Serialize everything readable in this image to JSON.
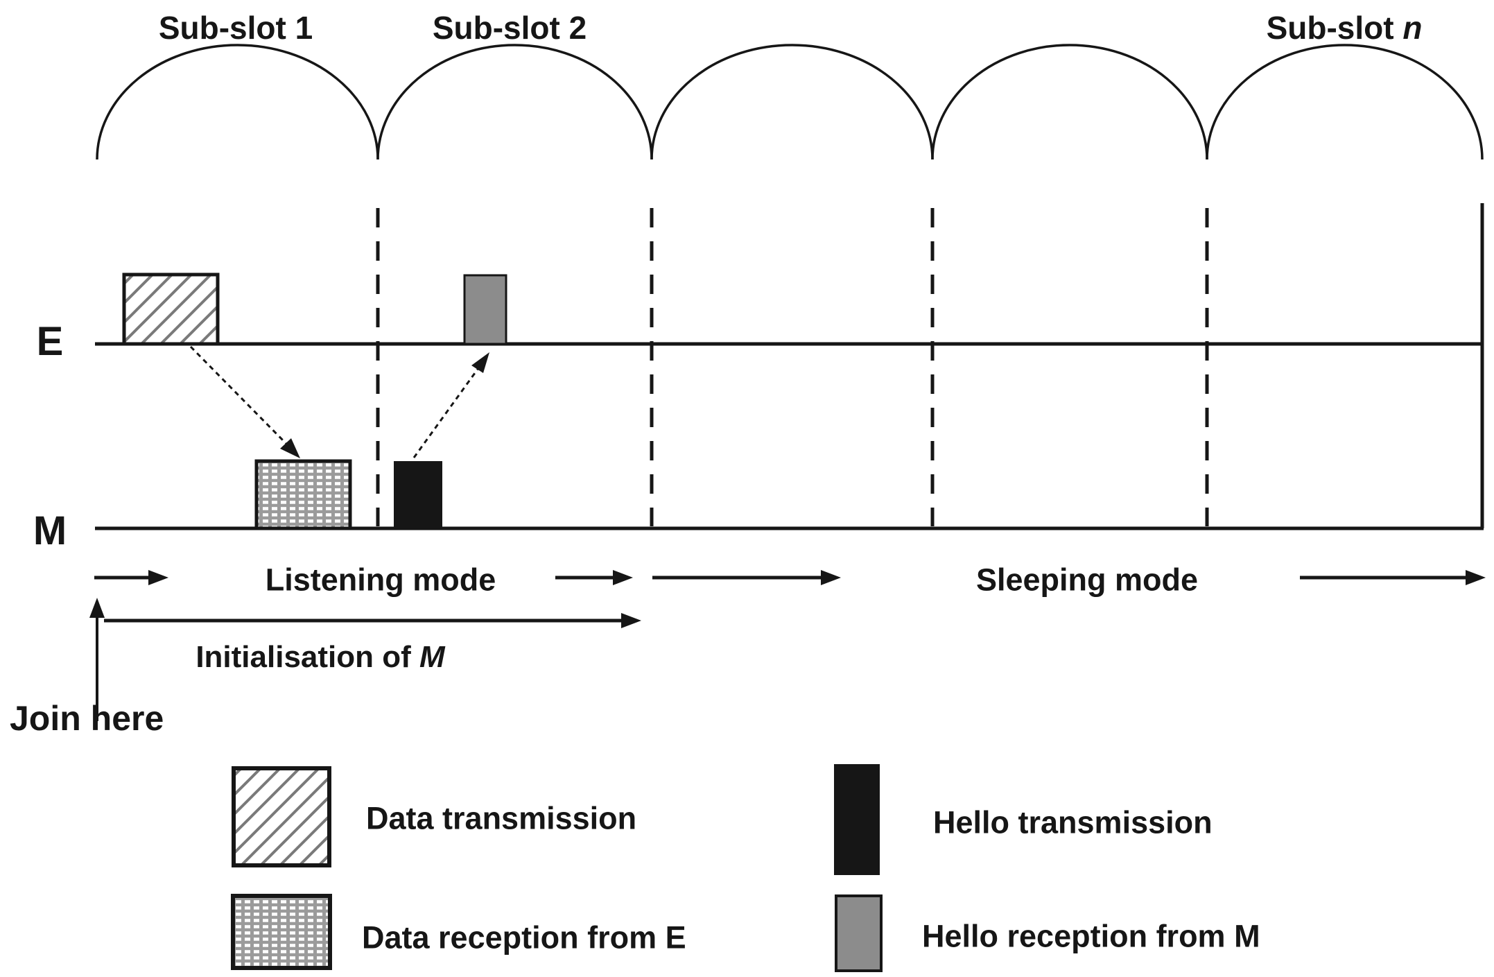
{
  "figure": {
    "type": "timing-diagram",
    "description": "Duty-cycle sub-slot timeline for nodes E and M",
    "subslots": [
      {
        "label": "Sub-slot 1",
        "em": ""
      },
      {
        "label": "Sub-slot 2",
        "em": ""
      },
      {
        "label": "Sub-slot ",
        "em": "n"
      }
    ],
    "rows": {
      "top": "E",
      "bottom": "M"
    },
    "modes": {
      "listening": "Listening mode",
      "sleeping": "Sleeping mode"
    },
    "initialisation": {
      "text": "Initialisation of ",
      "em": "M"
    },
    "join_label": "Join here",
    "events": [
      {
        "row": "E",
        "subslot": 1,
        "type": "data-transmission",
        "style": "hatched"
      },
      {
        "row": "M",
        "subslot": 1,
        "type": "data-reception-from-E",
        "style": "dotted"
      },
      {
        "row": "M",
        "subslot": 2,
        "type": "hello-transmission",
        "style": "black"
      },
      {
        "row": "E",
        "subslot": 2,
        "type": "hello-reception-from-M",
        "style": "gray"
      }
    ],
    "arrows": [
      {
        "from": "E data transmission",
        "to": "M data reception from E"
      },
      {
        "from": "M hello transmission",
        "to": "E hello reception from M"
      }
    ]
  },
  "legend": {
    "items": [
      {
        "swatch": "hatched",
        "label": "Data transmission"
      },
      {
        "swatch": "black",
        "label": "Hello transmission"
      },
      {
        "swatch": "dotted",
        "label": "Data reception from E"
      },
      {
        "swatch": "gray",
        "label": "Hello reception from M"
      }
    ]
  },
  "colors": {
    "ink": "#161616",
    "gray_fill": "#8c8c8c",
    "dotted_background": "#9b9b9b",
    "hatch_stroke": "#7a7a7a",
    "background": "#ffffff"
  }
}
